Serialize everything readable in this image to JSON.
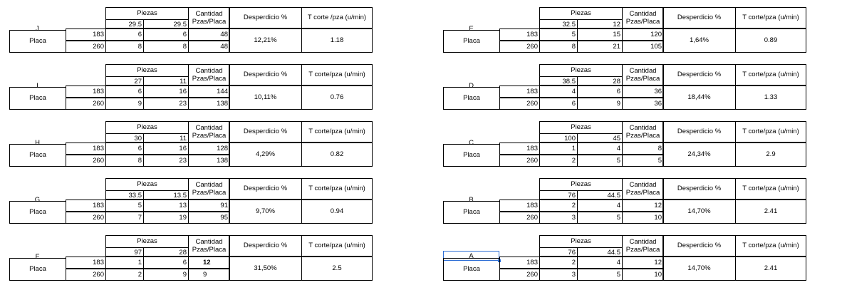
{
  "headers": {
    "piezas": "Piezas",
    "cantidad_line1": "Cantidad",
    "cantidad_line2": "Pzas/Placa",
    "desperdicio": "Desperdicio %",
    "tcorte": "T corte/pza (u/min)",
    "tcorte_alt": "T corte /pza (u/min)"
  },
  "row_label": "Placa",
  "left": [
    {
      "label": "J",
      "dims": [
        "29.5",
        "29.5"
      ],
      "rows": [
        {
          "size": "183",
          "a": "6",
          "b": "6",
          "qty": "48"
        },
        {
          "size": "260",
          "a": "8",
          "b": "8",
          "qty": "48"
        }
      ],
      "desperdicio": "12,21%",
      "tcorte": "1.18",
      "tcorte_header": "T corte /pza (u/min)"
    },
    {
      "label": "I",
      "dims": [
        "27",
        "11"
      ],
      "rows": [
        {
          "size": "183",
          "a": "6",
          "b": "16",
          "qty": "144"
        },
        {
          "size": "260",
          "a": "9",
          "b": "23",
          "qty": "138"
        }
      ],
      "desperdicio": "10,11%",
      "tcorte": "0.76",
      "tcorte_header": "T corte/pza (u/min)"
    },
    {
      "label": "H",
      "dims": [
        "30",
        "11"
      ],
      "rows": [
        {
          "size": "183",
          "a": "6",
          "b": "16",
          "qty": "128"
        },
        {
          "size": "260",
          "a": "8",
          "b": "23",
          "qty": "138"
        }
      ],
      "desperdicio": "4,29%",
      "tcorte": "0.82",
      "tcorte_header": "T corte/pza (u/min)"
    },
    {
      "label": "G",
      "dims": [
        "33.5",
        "13.5"
      ],
      "rows": [
        {
          "size": "183",
          "a": "5",
          "b": "13",
          "qty": "91"
        },
        {
          "size": "260",
          "a": "7",
          "b": "19",
          "qty": "95"
        }
      ],
      "desperdicio": "9,70%",
      "tcorte": "0.94",
      "tcorte_header": "T corte/pza (u/min)"
    },
    {
      "label": "F",
      "dims": [
        "97",
        "28"
      ],
      "rows": [
        {
          "size": "183",
          "a": "1",
          "b": "6",
          "qty": "12"
        },
        {
          "size": "260",
          "a": "2",
          "b": "9",
          "qty": "9"
        }
      ],
      "desperdicio": "31,50%",
      "tcorte": "2.5",
      "tcorte_header": "T corte/pza (u/min)"
    }
  ],
  "right": [
    {
      "label": "E",
      "dims": [
        "32.5",
        "12"
      ],
      "rows": [
        {
          "size": "183",
          "a": "5",
          "b": "15",
          "qty": "120"
        },
        {
          "size": "260",
          "a": "8",
          "b": "21",
          "qty": "105"
        }
      ],
      "desperdicio": "1,64%",
      "tcorte": "0.89",
      "tcorte_header": "T corte/pza (u/min)"
    },
    {
      "label": "D",
      "dims": [
        "38.5",
        "28"
      ],
      "rows": [
        {
          "size": "183",
          "a": "4",
          "b": "6",
          "qty": "36"
        },
        {
          "size": "260",
          "a": "6",
          "b": "9",
          "qty": "36"
        }
      ],
      "desperdicio": "18,44%",
      "tcorte": "1.33",
      "tcorte_header": "T corte/pza (u/min)"
    },
    {
      "label": "C",
      "dims": [
        "100",
        "45"
      ],
      "rows": [
        {
          "size": "183",
          "a": "1",
          "b": "4",
          "qty": "8"
        },
        {
          "size": "260",
          "a": "2",
          "b": "5",
          "qty": "5"
        }
      ],
      "desperdicio": "24,34%",
      "tcorte": "2.9",
      "tcorte_header": "T corte/pza (u/min)"
    },
    {
      "label": "B",
      "dims": [
        "76",
        "44.5"
      ],
      "rows": [
        {
          "size": "183",
          "a": "2",
          "b": "4",
          "qty": "12"
        },
        {
          "size": "260",
          "a": "3",
          "b": "5",
          "qty": "10"
        }
      ],
      "desperdicio": "14,70%",
      "tcorte": "2.41",
      "tcorte_header": "T corte/pza (u/min)"
    },
    {
      "label": "A",
      "dims": [
        "76",
        "44.5"
      ],
      "rows": [
        {
          "size": "183",
          "a": "2",
          "b": "4",
          "qty": "12"
        },
        {
          "size": "260",
          "a": "3",
          "b": "5",
          "qty": "10"
        }
      ],
      "desperdicio": "14,70%",
      "tcorte": "2.41",
      "tcorte_header": "T corte/pza (u/min)"
    }
  ],
  "active_cell_label": "A",
  "bold_cell": {
    "label": "F",
    "row": 0
  }
}
